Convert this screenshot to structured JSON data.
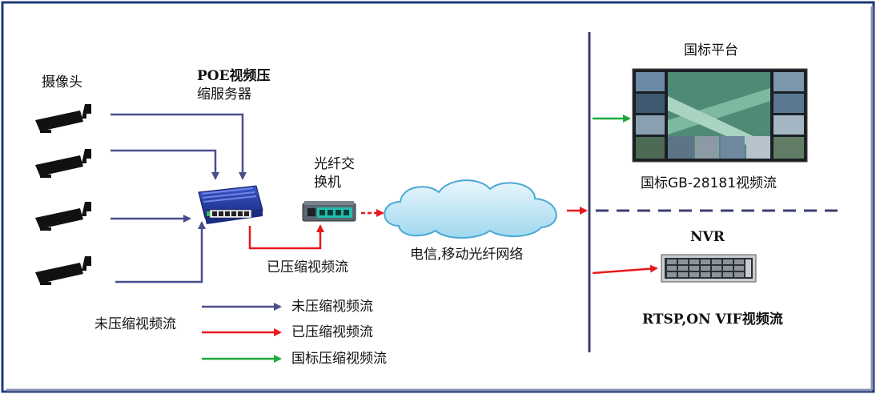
{
  "labels": {
    "camera": "摄像头",
    "poe_server_line1": "POE视频压",
    "poe_server_line2": "缩服务器",
    "fiber_switch_line1": "光纤交",
    "fiber_switch_line2": "换机",
    "compressed_stream": "已压缩视频流",
    "uncompressed_stream": "未压缩视频流",
    "telecom_network": "电信,移动光纤网络",
    "national_platform": "国标平台",
    "gb_stream": "国标GB-28181视频流",
    "nvr": "NVR",
    "rtsp_stream": "RTSP,ON VIF视频流"
  },
  "legend": {
    "items": [
      {
        "label": "未压缩视频流",
        "color": "#4a4f8c"
      },
      {
        "label": "已压缩视频流",
        "color": "#e8191c"
      },
      {
        "label": "国标压缩视频流",
        "color": "#1fa83c"
      }
    ]
  },
  "colors": {
    "uncompressed": "#4a4f8c",
    "compressed": "#e8191c",
    "national": "#1fa83c",
    "border": "#1f3a7a",
    "divider": "#3b3f6e"
  }
}
